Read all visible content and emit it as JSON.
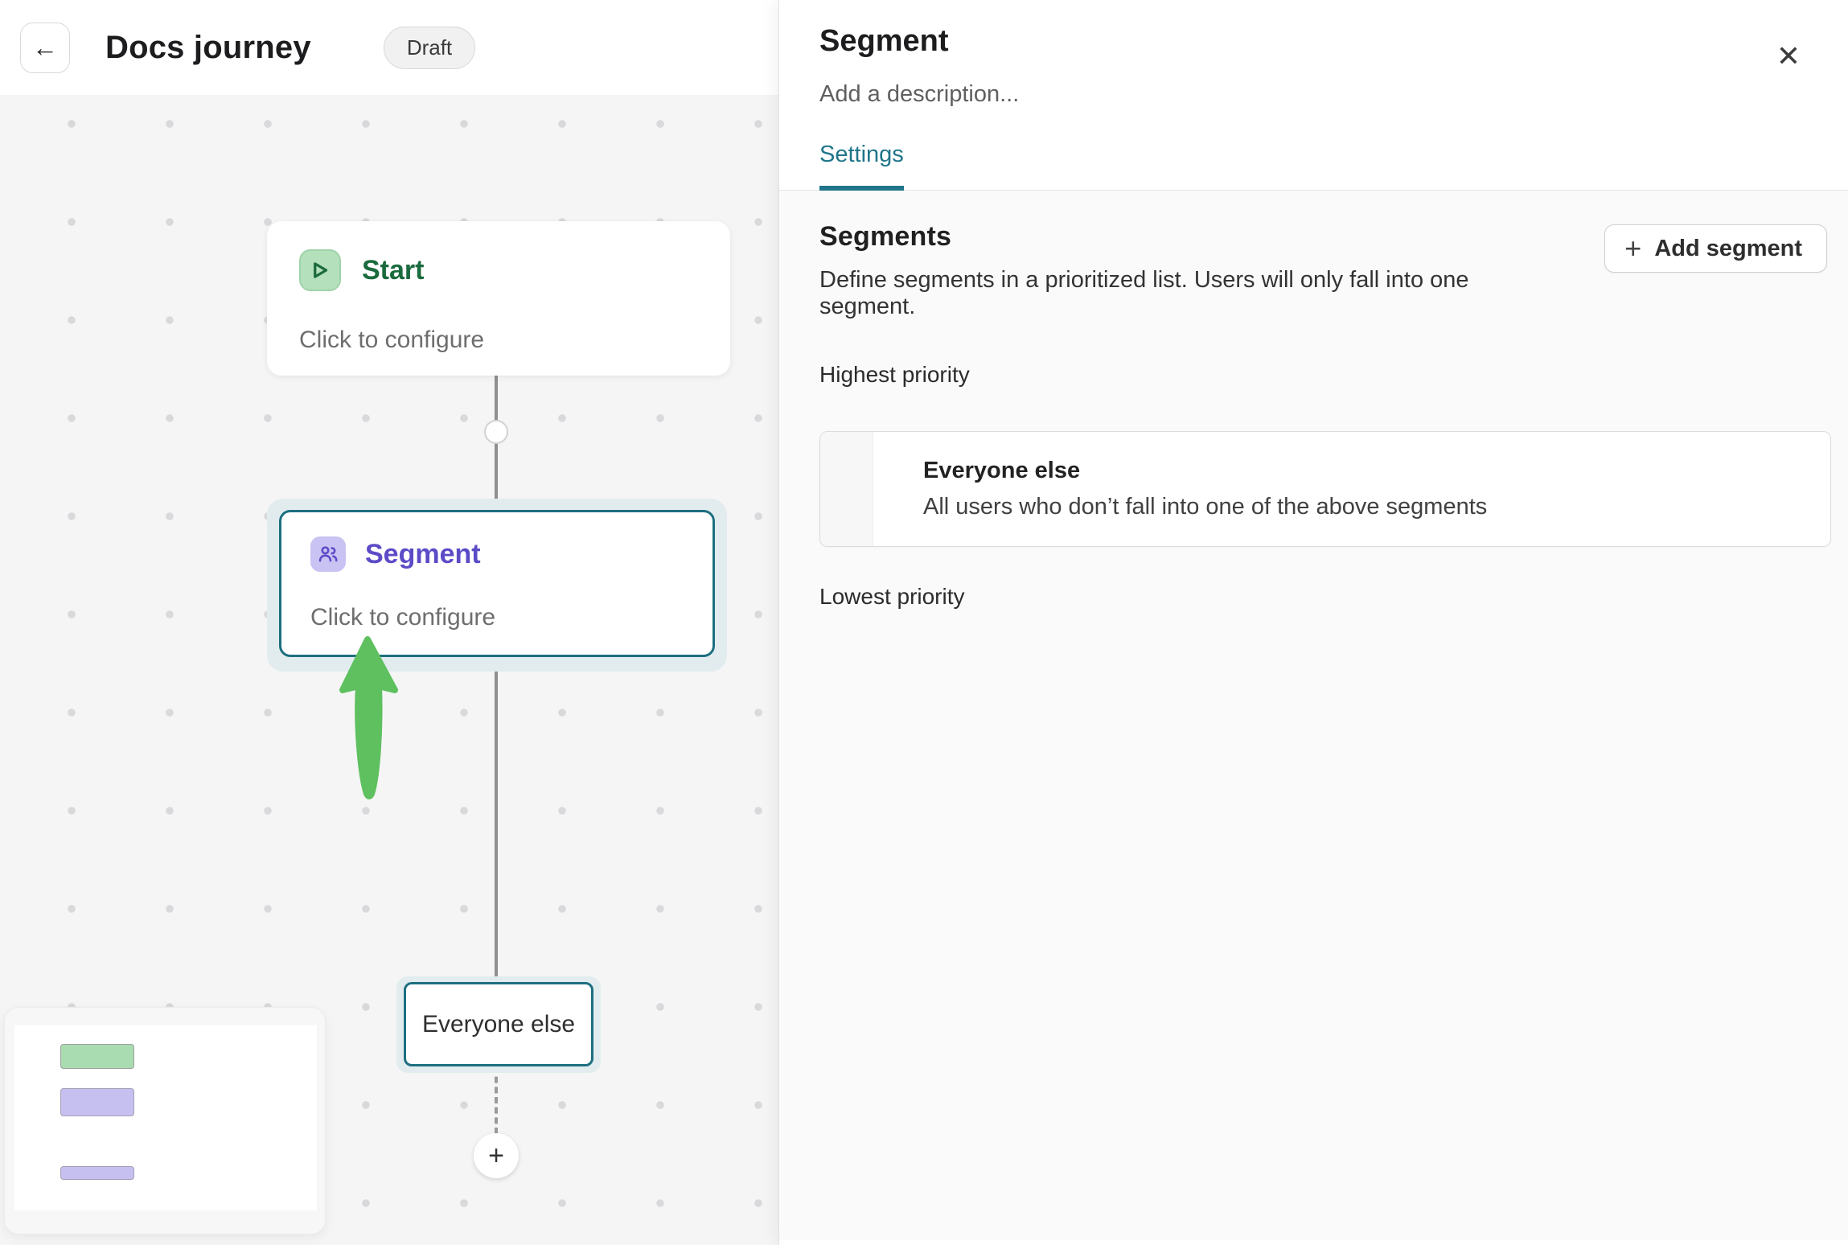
{
  "header": {
    "title": "Docs journey",
    "status_badge": "Draft",
    "back_icon": "←"
  },
  "canvas": {
    "nodes": {
      "start": {
        "label": "Start",
        "subtitle": "Click to configure"
      },
      "segment": {
        "label": "Segment",
        "subtitle": "Click to configure"
      },
      "everyone_else": {
        "label": "Everyone else"
      }
    },
    "add_step_icon": "+"
  },
  "panel": {
    "title": "Segment",
    "description_placeholder": "Add a description...",
    "close_icon": "✕",
    "tabs": [
      {
        "label": "Settings",
        "active": true
      }
    ],
    "settings": {
      "section_title": "Segments",
      "section_description": "Define segments in a prioritized list. Users will only fall into one segment.",
      "add_segment_plus_icon": "+",
      "add_segment_label": "Add segment",
      "highest_priority_label": "Highest priority",
      "lowest_priority_label": "Lowest priority",
      "segments": [
        {
          "name": "Everyone else",
          "description": "All users who don’t fall into one of the above segments"
        }
      ]
    }
  },
  "colors": {
    "canvas_background": "#f5f5f6",
    "teal_accent": "#20758a",
    "node_selected_border": "#1d6f80",
    "start_green_text": "#1a6b3d",
    "start_icon_bg": "#b5e0bc",
    "segment_purple_text": "#5b4bc7",
    "segment_icon_bg": "#c9c3f3",
    "annotation_arrow_green": "#5ec05f",
    "halo": "#e2ecef"
  }
}
